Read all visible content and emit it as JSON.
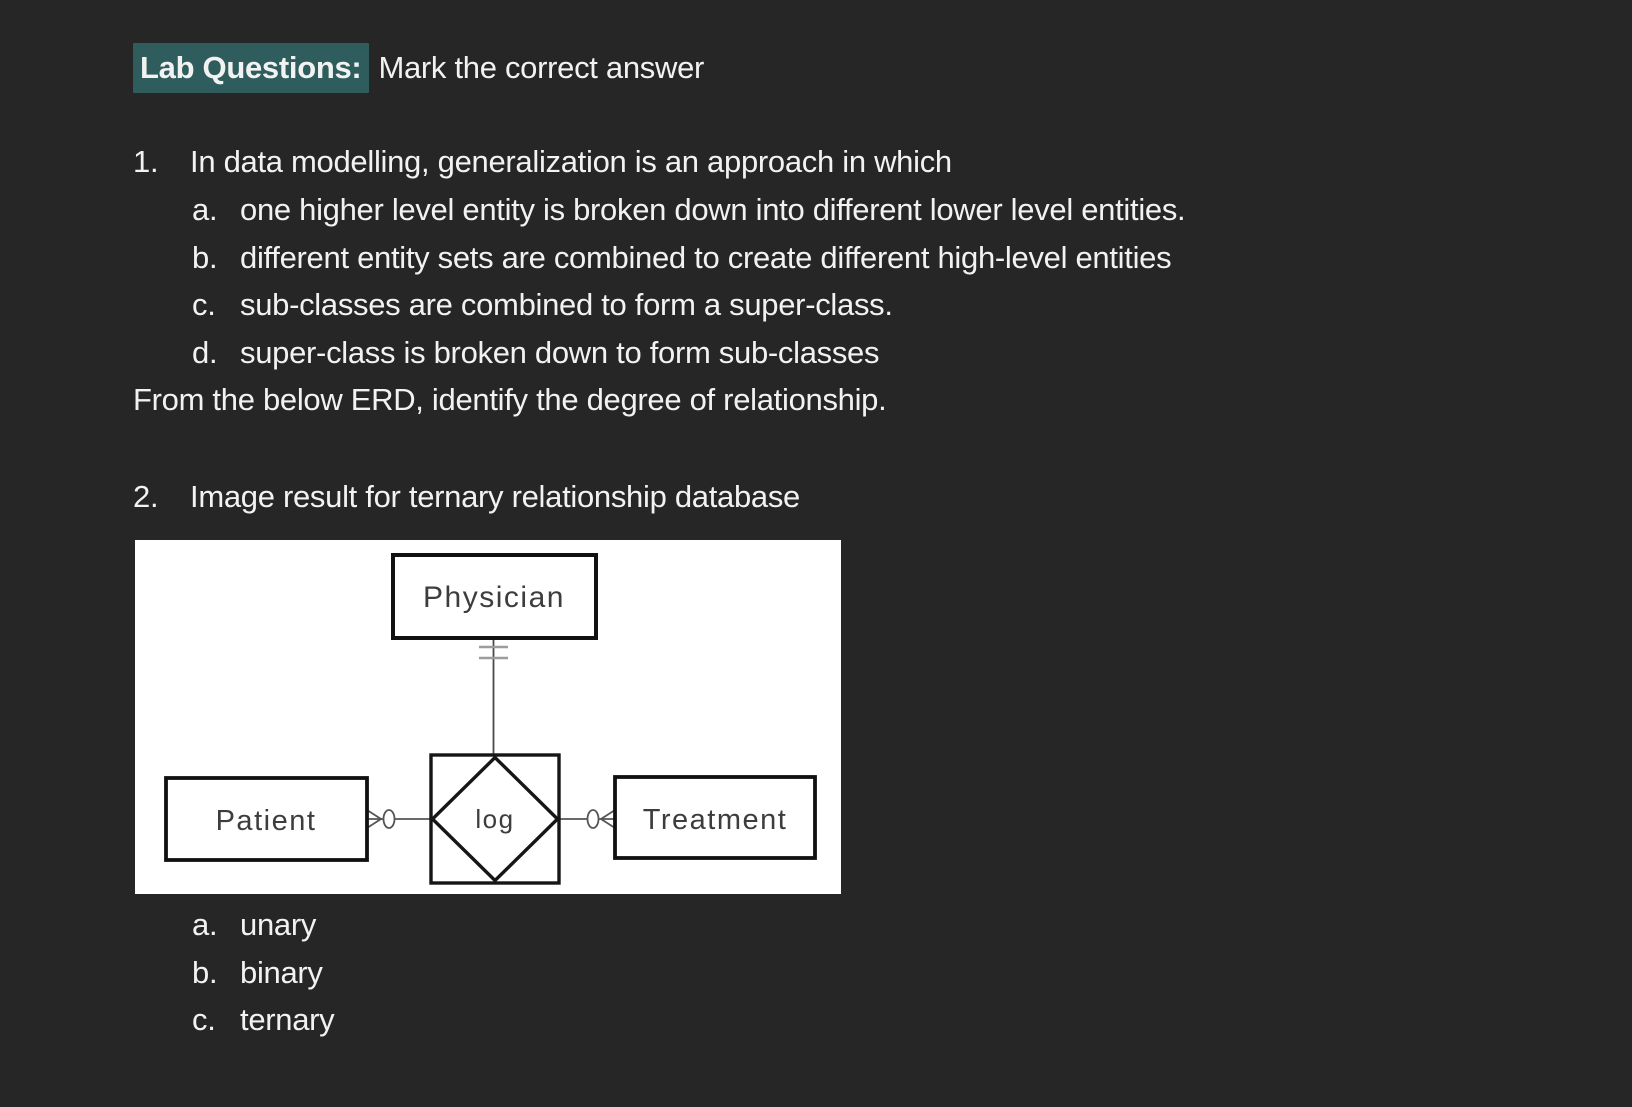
{
  "header": {
    "highlight": "Lab Questions:",
    "instruction": "Mark the correct answer"
  },
  "q1": {
    "marker": "1.",
    "text": "In data modelling, generalization is an approach in which",
    "options": [
      {
        "marker": "a.",
        "text": "one higher level entity is broken down into different lower level entities."
      },
      {
        "marker": "b.",
        "text": "different entity sets are combined to create different high-level entities"
      },
      {
        "marker": "c.",
        "text": "sub-classes are combined to form a super-class."
      },
      {
        "marker": "d.",
        "text": "super-class is broken down to form sub-classes"
      }
    ]
  },
  "note": "From the below ERD, identify the degree of relationship.",
  "q2": {
    "marker": "2.",
    "text": "Image result for ternary relationship database",
    "options": [
      {
        "marker": "a.",
        "text": "unary"
      },
      {
        "marker": "b.",
        "text": "binary"
      },
      {
        "marker": "c.",
        "text": "ternary"
      }
    ]
  },
  "erd": {
    "entity_top": "Physician",
    "entity_left": "Patient",
    "entity_right": "Treatment",
    "relationship": "log",
    "cardinality_top": "one (double bar)",
    "cardinality_left": "many optional (crow's foot + circle)",
    "cardinality_right": "many optional (circle + crow's foot)"
  },
  "colors": {
    "background": "#262626",
    "text": "#f2f2f2",
    "highlight": "#2f5d5d",
    "erd_line": "#1a1a1a",
    "erd_connector": "#555555",
    "erd_bar": "#9c9c9c",
    "erd_text": "#3d3d3d"
  }
}
